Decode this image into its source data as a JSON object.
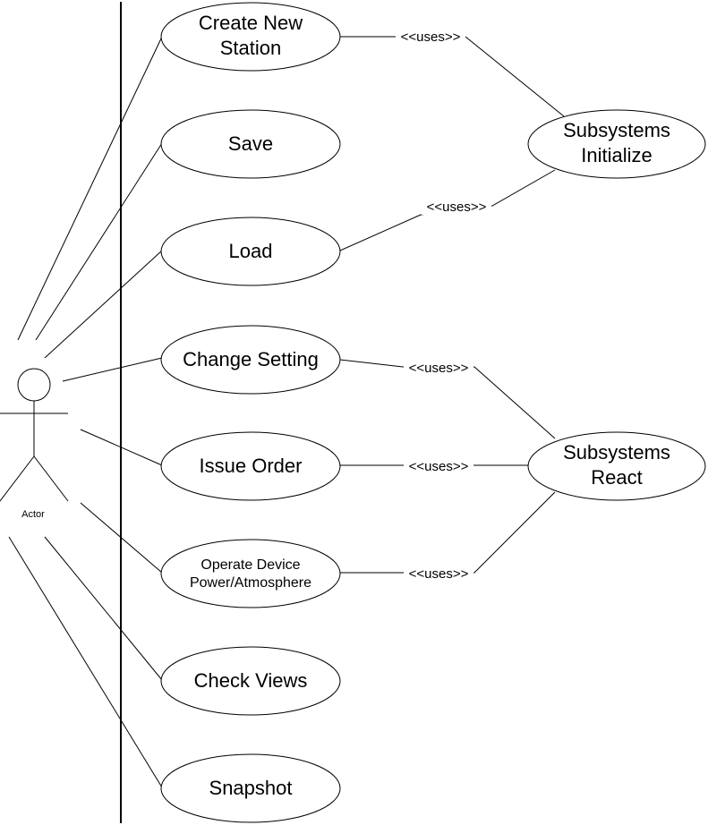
{
  "actor": {
    "label": "Actor"
  },
  "use_cases": [
    {
      "id": "create",
      "lines": [
        "Create New",
        "Station"
      ]
    },
    {
      "id": "save",
      "lines": [
        "Save"
      ]
    },
    {
      "id": "load",
      "lines": [
        "Load"
      ]
    },
    {
      "id": "change",
      "lines": [
        "Change Setting"
      ]
    },
    {
      "id": "issue",
      "lines": [
        "Issue Order"
      ]
    },
    {
      "id": "operate",
      "lines": [
        "Operate Device",
        "Power/Atmosphere"
      ]
    },
    {
      "id": "check",
      "lines": [
        "Check Views"
      ]
    },
    {
      "id": "snapshot",
      "lines": [
        "Snapshot"
      ]
    }
  ],
  "subsystems": [
    {
      "id": "init",
      "lines": [
        "Subsystems",
        "Initialize"
      ]
    },
    {
      "id": "react",
      "lines": [
        "Subsystems",
        "React"
      ]
    }
  ],
  "relations": [
    {
      "from": "create",
      "to": "init",
      "label": "<<uses>>"
    },
    {
      "from": "load",
      "to": "init",
      "label": "<<uses>>"
    },
    {
      "from": "change",
      "to": "react",
      "label": "<<uses>>"
    },
    {
      "from": "issue",
      "to": "react",
      "label": "<<uses>>"
    },
    {
      "from": "operate",
      "to": "react",
      "label": "<<uses>>"
    }
  ]
}
